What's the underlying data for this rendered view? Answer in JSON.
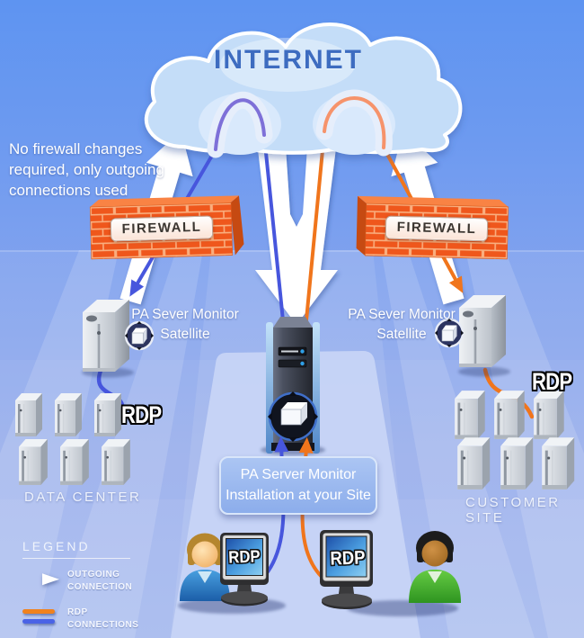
{
  "cloud": {
    "label": "INTERNET"
  },
  "note": {
    "text": "No firewall changes required, only outgoing connections used"
  },
  "firewall_left": {
    "label": "FIREWALL"
  },
  "firewall_right": {
    "label": "FIREWALL"
  },
  "satellite_left": {
    "line1": "PA Sever Monitor",
    "line2": "Satellite"
  },
  "satellite_right": {
    "line1": "PA Sever Monitor",
    "line2": "Satellite"
  },
  "central_install": {
    "line1": "PA Server Monitor",
    "line2": "Installation at your Site"
  },
  "data_center": {
    "label": "DATA CENTER",
    "rdp_label": "RDP"
  },
  "customer_site": {
    "label": "CUSTOMER SITE",
    "rdp_label": "RDP"
  },
  "monitors": {
    "left_screen": "RDP",
    "right_screen": "RDP"
  },
  "legend": {
    "title": "LEGEND",
    "outgoing_label": "OUTGOING CONNECTION",
    "rdp_label": "RDP CONNECTIONS"
  },
  "colors": {
    "outgoing_connection": "#ffffff",
    "rdp_orange": "#f0751c",
    "rdp_blue": "#4756dd",
    "firewall_brick": "#f1551b",
    "cloud_fill": "#c4ddf8",
    "internet_text": "#3d6cc0"
  }
}
